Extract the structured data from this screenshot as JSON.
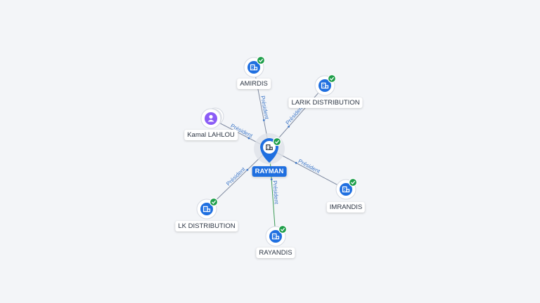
{
  "center": {
    "name": "RAYMAN",
    "type": "company",
    "verified": true
  },
  "nodes": [
    {
      "id": "amirdis",
      "name": "AMIRDIS",
      "type": "company",
      "verified": true,
      "relation": "Président"
    },
    {
      "id": "larik",
      "name": "LARIK DISTRIBUTION",
      "type": "company",
      "verified": true,
      "relation": "Président"
    },
    {
      "id": "kamal",
      "name": "Kamal LAHLOU",
      "type": "person",
      "verified": false,
      "relation": "Président"
    },
    {
      "id": "imrandis",
      "name": "IMRANDIS",
      "type": "company",
      "verified": true,
      "relation": "Président"
    },
    {
      "id": "lk",
      "name": "LK DISTRIBUTION",
      "type": "company",
      "verified": true,
      "relation": "Président"
    },
    {
      "id": "rayandis",
      "name": "RAYANDIS",
      "type": "company",
      "verified": true,
      "relation": "Président"
    }
  ],
  "colors": {
    "company": "#1f6fe0",
    "person": "#8b5cf6",
    "verified": "#1e9e4a",
    "edge_label": "#3f78c8"
  }
}
